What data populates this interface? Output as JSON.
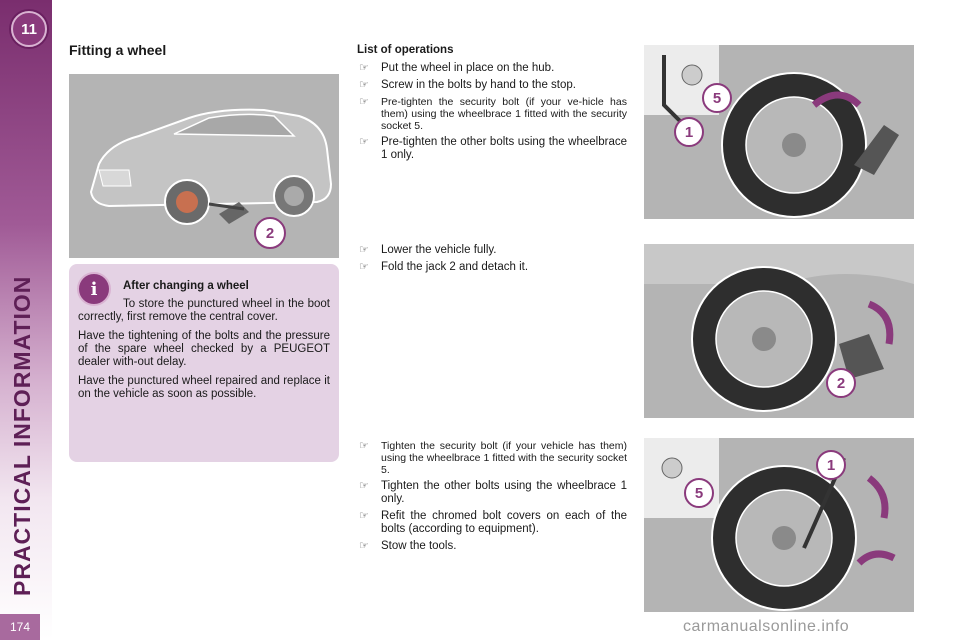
{
  "sidebar": {
    "chapter": "11",
    "title": "PRACTICAL INFORMATION",
    "page_number": "174"
  },
  "page_title": "Fitting a wheel",
  "info": {
    "title": "After changing a wheel",
    "paragraphs": [
      "To store the punctured wheel in the boot correctly, first remove the central cover.",
      "Have the tightening of the bolts and the pressure of the spare wheel checked by a PEUGEOT dealer with-out delay.",
      "Have the punctured wheel repaired and replace it on the vehicle as soon as possible."
    ]
  },
  "operations": {
    "title": "List of operations",
    "group1": [
      "Put the wheel in place on the hub.",
      "Screw in the bolts by hand to the stop.",
      "Pre-tighten the security bolt (if your ve-hicle has them) using the wheelbrace 1 fitted with the security socket 5.",
      "Pre-tighten the other bolts using the wheelbrace 1 only."
    ],
    "group2": [
      "Lower the vehicle fully.",
      "Fold the jack 2 and detach it."
    ],
    "group3": [
      "Tighten the security bolt (if your vehicle has them) using the wheelbrace 1 fitted with the security socket 5.",
      "Tighten the other bolts using the wheelbrace 1 only.",
      "Refit the chromed bolt covers on each of the bolts (according to equipment).",
      "Stow the tools."
    ]
  },
  "figures": {
    "car_badge": "2",
    "fig1_badges": [
      "5",
      "1"
    ],
    "fig2_badge": "2",
    "fig3_badges": [
      "1",
      "5"
    ]
  },
  "watermark": "carmanualsonline.info",
  "icons": {
    "info": "info-icon",
    "bullet": "pointing-hand-icon"
  },
  "colors": {
    "accent": "#8a3a7c",
    "info_bg": "#e4d2e4",
    "image_bg": "#b4b4b4"
  }
}
